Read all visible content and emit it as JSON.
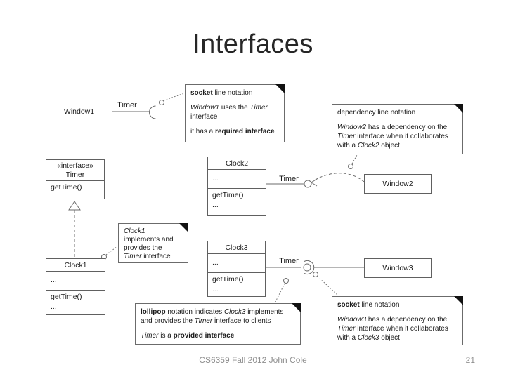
{
  "slide": {
    "title": "Interfaces",
    "footer": "CS6359 Fall 2012 John Cole",
    "page_number": "21"
  },
  "colors": {
    "stroke": "#6b6b6b",
    "box_border": "#606060",
    "note_fold": "#111111",
    "footer_text": "#8f8f8f"
  },
  "boxes": {
    "window1": {
      "name": "Window1"
    },
    "window2": {
      "name": "Window2"
    },
    "window3": {
      "name": "Window3"
    },
    "timer_interface": {
      "stereotype": "«interface»",
      "name": "Timer",
      "operation": "getTime()"
    },
    "clock1": {
      "name": "Clock1",
      "attributes": "...",
      "operation": "getTime()",
      "more": "..."
    },
    "clock2": {
      "name": "Clock2",
      "attributes": "...",
      "operation": "getTime()",
      "more": "..."
    },
    "clock3": {
      "name": "Clock3",
      "attributes": "...",
      "operation": "getTime()",
      "more": "..."
    }
  },
  "edge_labels": {
    "timer_socket": "Timer",
    "timer_lollipop": "Timer",
    "timer_ball_socket": "Timer"
  },
  "notes": {
    "socket_top": {
      "paragraphs": [
        [
          [
            {
              "t": "socket",
              "b": 1
            },
            {
              "t": " line notation"
            }
          ]
        ],
        [
          [
            {
              "t": "Window1",
              "i": 1
            },
            {
              "t": " uses the "
            },
            {
              "t": "Timer",
              "i": 1
            }
          ],
          [
            {
              "t": "interface"
            }
          ]
        ],
        [
          [
            {
              "t": "it has a "
            },
            {
              "t": "required interface",
              "b": 1
            }
          ]
        ]
      ]
    },
    "dependency": {
      "paragraphs": [
        [
          [
            {
              "t": "dependency line notation"
            }
          ]
        ],
        [
          [
            {
              "t": "Window2",
              "i": 1
            },
            {
              "t": " has a dependency on the "
            }
          ],
          [
            {
              "t": "Timer",
              "i": 1
            },
            {
              "t": " interface when it collaborates"
            }
          ],
          [
            {
              "t": "with a "
            },
            {
              "t": "Clock2",
              "i": 1
            },
            {
              "t": " object"
            }
          ]
        ]
      ]
    },
    "clock1_note": {
      "paragraphs": [
        [
          [
            {
              "t": "Clock1",
              "i": 1
            }
          ],
          [
            {
              "t": "implements and"
            }
          ],
          [
            {
              "t": "provides the"
            }
          ],
          [
            {
              "t": "Timer",
              "i": 1
            },
            {
              "t": " interface"
            }
          ]
        ]
      ]
    },
    "lollipop": {
      "paragraphs": [
        [
          [
            {
              "t": "lollipop",
              "b": 1
            },
            {
              "t": " notation indicates "
            },
            {
              "t": "Clock3",
              "i": 1
            },
            {
              "t": " implements"
            }
          ],
          [
            {
              "t": "and provides the "
            },
            {
              "t": "Timer",
              "i": 1
            },
            {
              "t": " interface to clients"
            }
          ]
        ],
        [
          [
            {
              "t": "Timer",
              "i": 1
            },
            {
              "t": " is a "
            },
            {
              "t": "provided interface",
              "b": 1
            }
          ]
        ]
      ]
    },
    "socket_bottom": {
      "paragraphs": [
        [
          [
            {
              "t": "socket",
              "b": 1
            },
            {
              "t": " line notation"
            }
          ]
        ],
        [
          [
            {
              "t": "Window3",
              "i": 1
            },
            {
              "t": " has a dependency on the "
            }
          ],
          [
            {
              "t": "Timer",
              "i": 1
            },
            {
              "t": " interface when it collaborates"
            }
          ],
          [
            {
              "t": "with a "
            },
            {
              "t": "Clock3",
              "i": 1
            },
            {
              "t": " object"
            }
          ]
        ]
      ]
    }
  }
}
